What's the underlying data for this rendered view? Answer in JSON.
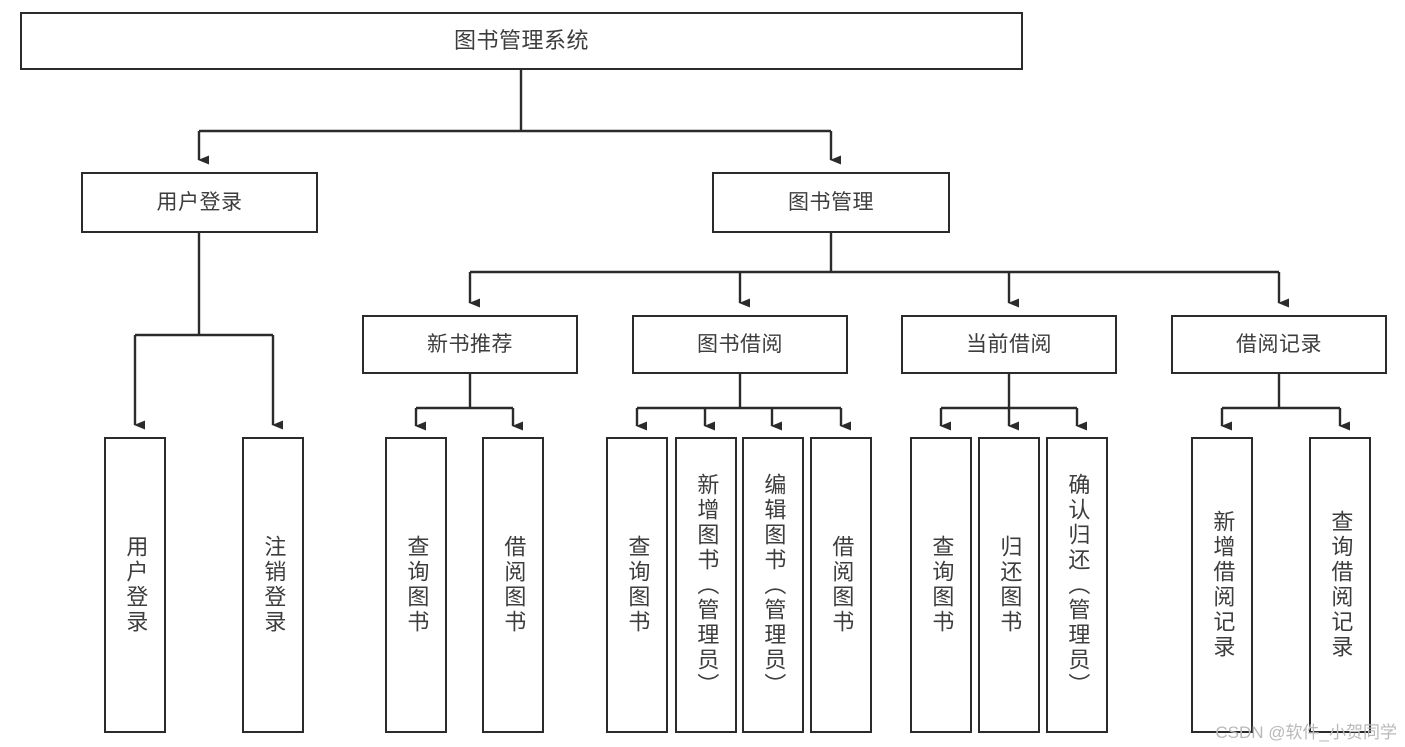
{
  "diagram": {
    "title": "图书管理系统",
    "type": "tree",
    "watermark": "CSDN @软件_小贺同学",
    "colors": {
      "box_border": "#2b2b2b",
      "box_fill": "#ffffff",
      "text": "#3d3d3d",
      "connector": "#2b2b2b",
      "watermark": "#b9b9b9",
      "background": "#ffffff"
    },
    "nodes": {
      "root": {
        "label": "图书管理系统"
      },
      "level2": [
        {
          "label": "用户登录"
        },
        {
          "label": "图书管理"
        }
      ],
      "level3": [
        {
          "label": "新书推荐"
        },
        {
          "label": "图书借阅"
        },
        {
          "label": "当前借阅"
        },
        {
          "label": "借阅记录"
        }
      ],
      "leaves": {
        "user_login": [
          {
            "label": "用户登录"
          },
          {
            "label": "注销登录"
          }
        ],
        "new_book_recommend": [
          {
            "label": "查询图书"
          },
          {
            "label": "借阅图书"
          }
        ],
        "book_borrow": [
          {
            "label": "查询图书"
          },
          {
            "label": "新增图书（管理员）"
          },
          {
            "label": "编辑图书（管理员）"
          },
          {
            "label": "借阅图书"
          }
        ],
        "current_borrow": [
          {
            "label": "查询图书"
          },
          {
            "label": "归还图书"
          },
          {
            "label": "确认归还（管理员）"
          }
        ],
        "borrow_record": [
          {
            "label": "新增借阅记录"
          },
          {
            "label": "查询借阅记录"
          }
        ]
      }
    }
  }
}
